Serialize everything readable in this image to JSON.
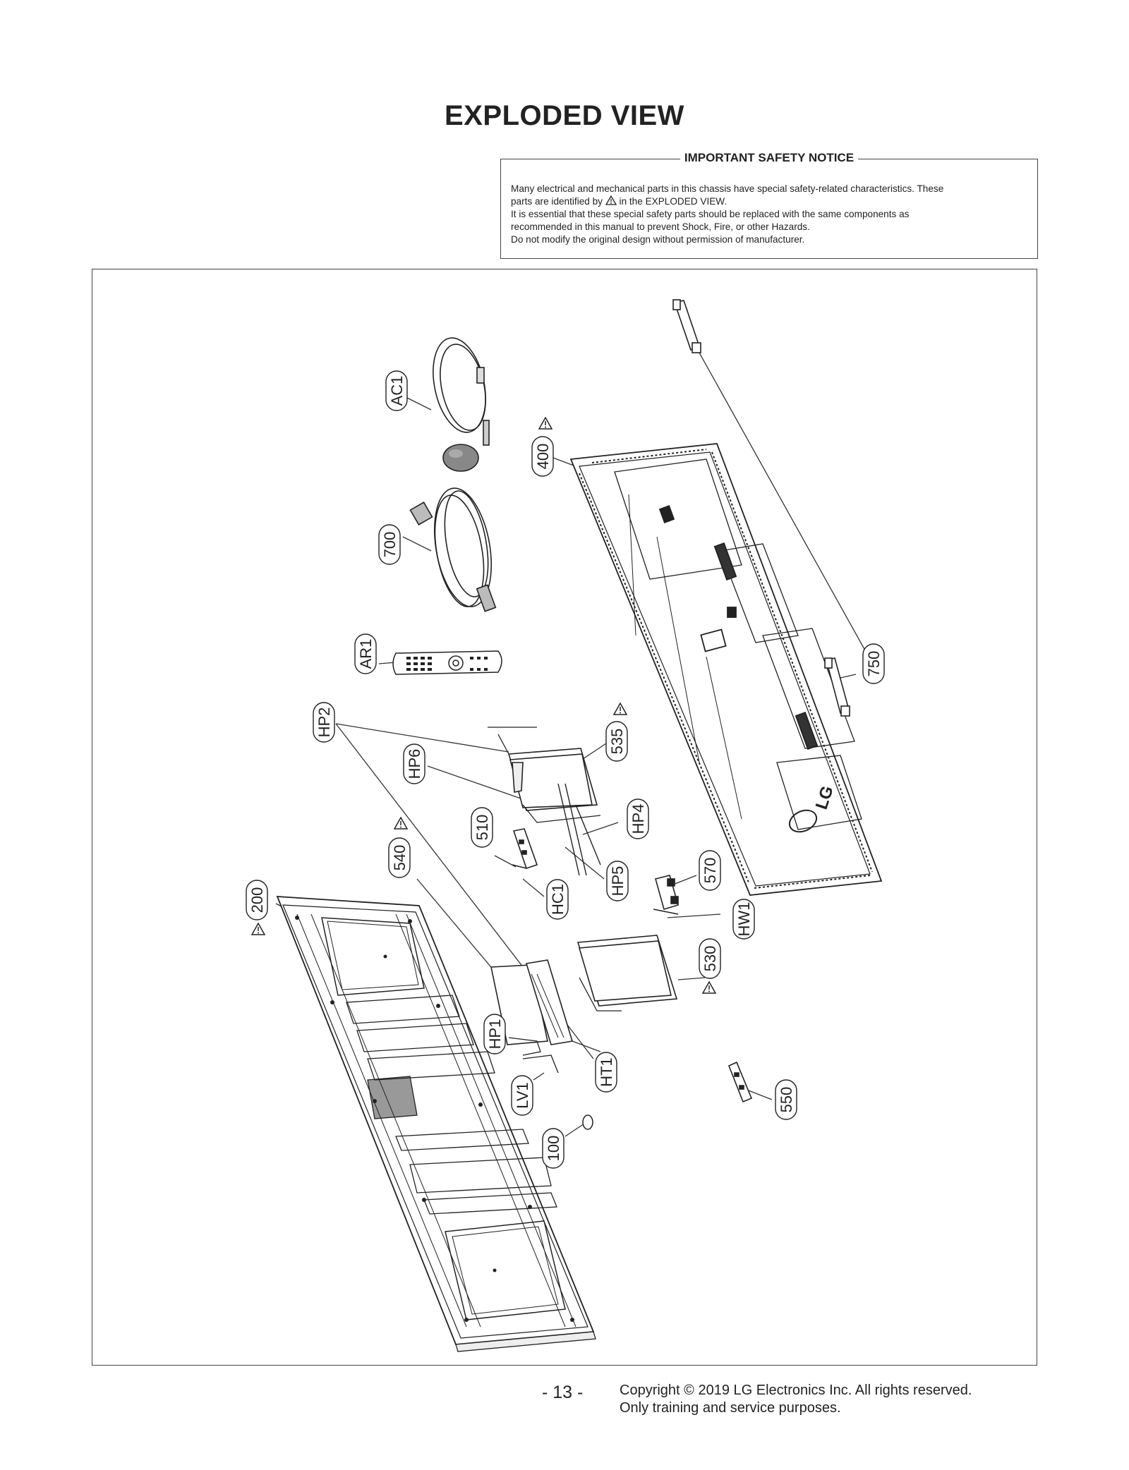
{
  "title": "EXPLODED VIEW",
  "safety_notice": {
    "title": "IMPORTANT SAFETY NOTICE",
    "line1": "Many electrical and mechanical parts in this chassis have special safety-related characteristics. These",
    "line2_before": "parts are identified by",
    "line2_after": "in the EXPLODED VIEW.",
    "line3": "It is essential that these special safety parts should be replaced with the same components as",
    "line4": "recommended in this manual to prevent Shock, Fire, or other Hazards.",
    "line5": "Do not modify the original design without permission of manufacturer."
  },
  "part_labels": {
    "AC1": "AC1",
    "p700": "700",
    "AR1": "AR1",
    "p400": "400",
    "p750": "750",
    "HP2": "HP2",
    "HP6": "HP6",
    "p535": "535",
    "p510": "510",
    "HP4": "HP4",
    "HC1": "HC1",
    "HP5": "HP5",
    "p570": "570",
    "HW1": "HW1",
    "p540": "540",
    "p200": "200",
    "p530": "530",
    "HP1": "HP1",
    "HT1": "HT1",
    "LV1": "LV1",
    "p100": "100",
    "p550": "550"
  },
  "back_cover_logo": "LG",
  "page_number": "- 13 -",
  "copyright": {
    "line1": "Copyright © 2019 LG Electronics Inc. All rights reserved.",
    "line2": "Only training and service purposes."
  }
}
